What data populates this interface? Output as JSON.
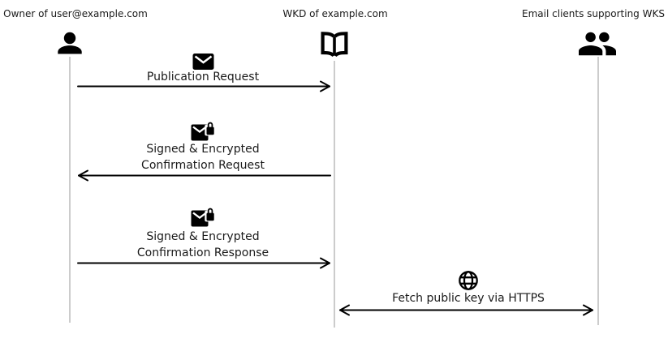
{
  "actors": [
    {
      "id": "owner",
      "label": "Owner of user@example.com",
      "icon": "person-icon"
    },
    {
      "id": "wkd",
      "label": "WKD of example.com",
      "icon": "open-book-icon"
    },
    {
      "id": "clients",
      "label": "Email clients supporting WKS",
      "icon": "people-icon"
    }
  ],
  "messages": [
    {
      "icon": "envelope-icon",
      "lines": [
        "Publication Request"
      ],
      "from": "owner",
      "to": "wkd",
      "direction": "right"
    },
    {
      "icon": "envelope-lock-icon",
      "lines": [
        "Signed & Encrypted",
        "Confirmation Request"
      ],
      "from": "wkd",
      "to": "owner",
      "direction": "left"
    },
    {
      "icon": "envelope-lock-icon",
      "lines": [
        "Signed & Encrypted",
        "Confirmation Response"
      ],
      "from": "owner",
      "to": "wkd",
      "direction": "right"
    },
    {
      "icon": "globe-icon",
      "lines": [
        "Fetch public key via HTTPS"
      ],
      "from": "wkd",
      "to": "clients",
      "direction": "both"
    }
  ],
  "colors": {
    "arrow": "#000000",
    "lifeline": "#cccccc",
    "text": "#1a1a1a",
    "background": "#ffffff"
  }
}
